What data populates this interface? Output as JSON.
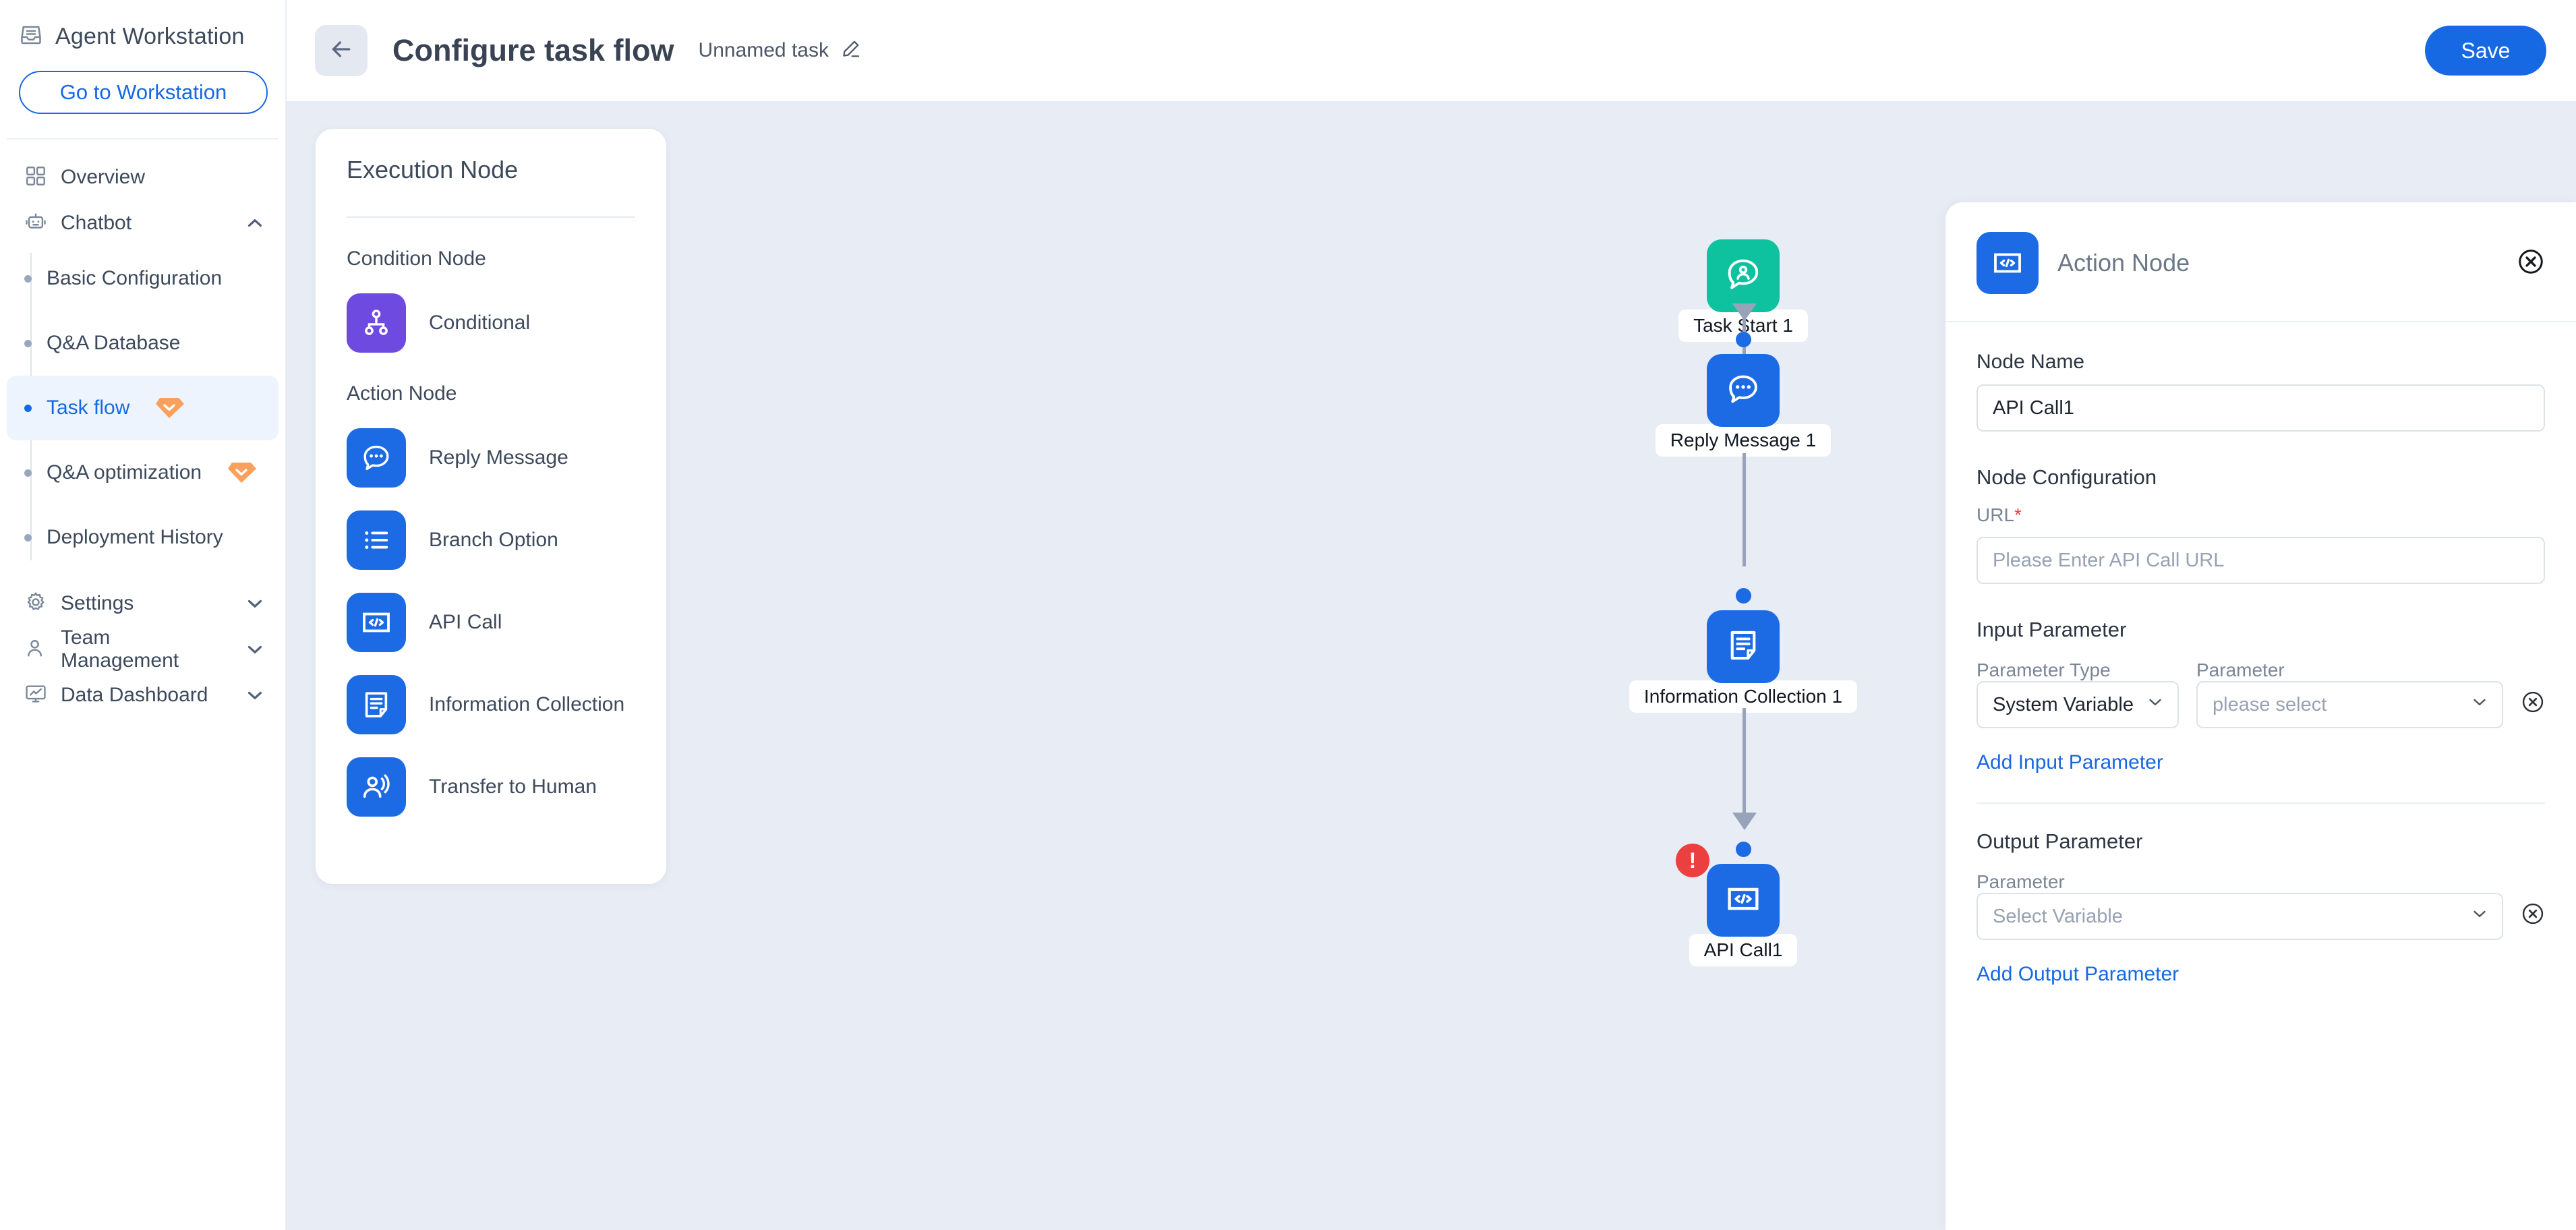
{
  "sidebar": {
    "brand": {
      "label": "Agent Workstation",
      "icon": "inbox-icon"
    },
    "cta": {
      "label": "Go to Workstation"
    },
    "nav": [
      {
        "label": "Overview",
        "icon": "grid-icon",
        "chevron": null,
        "active": false
      },
      {
        "label": "Chatbot",
        "icon": "robot-icon",
        "chevron": "up",
        "active": false
      }
    ],
    "sub_items": [
      {
        "label": "Basic Configuration",
        "active": false,
        "badge": null
      },
      {
        "label": "Q&A Database",
        "active": false,
        "badge": null
      },
      {
        "label": "Task flow",
        "active": true,
        "badge": "gem-icon"
      },
      {
        "label": "Q&A optimization",
        "active": false,
        "badge": "gem-icon"
      },
      {
        "label": "Deployment History",
        "active": false,
        "badge": null
      }
    ],
    "nav_bottom": [
      {
        "label": "Settings",
        "icon": "gear-icon",
        "chevron": "down"
      },
      {
        "label": "Team Management",
        "icon": "people-icon",
        "chevron": "down"
      },
      {
        "label": "Data Dashboard",
        "icon": "chart-monitor-icon",
        "chevron": "down"
      }
    ]
  },
  "topbar": {
    "back_icon": "arrow-left-icon",
    "title": "Configure task flow",
    "task_name": "Unnamed task",
    "edit_icon": "pencil-icon",
    "save_label": "Save"
  },
  "palette": {
    "title": "Execution Node",
    "groups": [
      {
        "title": "Condition Node",
        "items": [
          {
            "label": "Conditional",
            "icon": "sitemap-icon",
            "color": "purple"
          }
        ]
      },
      {
        "title": "Action Node",
        "items": [
          {
            "label": "Reply Message",
            "icon": "chat-bubble-icon",
            "color": "blue"
          },
          {
            "label": "Branch Option",
            "icon": "list-icon",
            "color": "blue"
          },
          {
            "label": "API Call",
            "icon": "code-icon",
            "color": "blue"
          },
          {
            "label": "Information Collection",
            "icon": "document-icon",
            "color": "blue"
          },
          {
            "label": "Transfer to Human",
            "icon": "agent-transfer-icon",
            "color": "blue"
          }
        ]
      }
    ]
  },
  "flow": {
    "nodes": [
      {
        "label": "Task Start 1",
        "icon": "user-chat-icon",
        "color": "green",
        "has_port": false,
        "error": null
      },
      {
        "label": "Reply Message 1",
        "icon": "chat-bubble-icon",
        "color": "blue",
        "has_port": true,
        "error": null
      },
      {
        "label": "Information Collection 1",
        "icon": "document-icon",
        "color": "blue",
        "has_port": true,
        "error": null
      },
      {
        "label": "API Call1",
        "icon": "code-icon",
        "color": "blue",
        "has_port": true,
        "error": "!"
      }
    ]
  },
  "panel": {
    "icon": "code-icon",
    "title": "Action Node",
    "close_icon": "close-circle-icon",
    "node_name_label": "Node Name",
    "node_name_value": "API Call1",
    "node_config_label": "Node Configuration",
    "url_label": "URL",
    "url_required": "*",
    "url_placeholder": "Please Enter API Call URL",
    "input_section": "Input Parameter",
    "param_type_label": "Parameter Type",
    "param_label": "Parameter",
    "param_type_value": "System Variable",
    "param_placeholder": "please select",
    "add_input_label": "Add Input Parameter",
    "output_section": "Output Parameter",
    "output_param_label": "Parameter",
    "output_param_placeholder": "Select Variable",
    "add_output_label": "Add Output Parameter",
    "delete_icon": "delete-circle-icon"
  },
  "colors": {
    "accent": "#1668e3",
    "green": "#0ec2a0",
    "purple": "#6f4ae0",
    "danger": "#ec4040",
    "canvas_bg": "#e8ecf4",
    "badge_orange": "#f9a05c"
  }
}
